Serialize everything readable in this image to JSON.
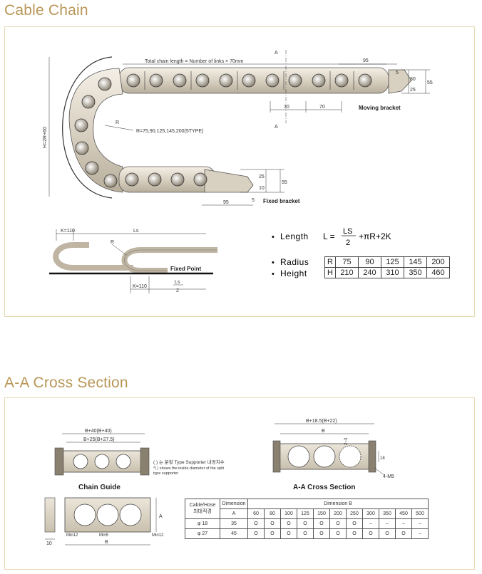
{
  "sections": {
    "cable_chain": "Cable Chain",
    "cross_section": "A-A Cross Section"
  },
  "diagram1": {
    "total_length": "Total chain length = Number of links × 70mm",
    "radius_note": "R=75,90,125,145,200(5TYPE)",
    "height_note": "H=2R+60",
    "section_mark": "A",
    "dim_95": "95",
    "dim_70": "70",
    "dim_5": "5",
    "dim_30": "30",
    "dim_25": "25",
    "dim_55": "55",
    "dim_10": "10",
    "moving_bracket": "Moving bracket",
    "fixed_bracket": "Fixed bracket",
    "r_label": "R"
  },
  "travel": {
    "k110": "K=110",
    "ls": "Ls",
    "r": "R",
    "fixed_point": "Fixed Point",
    "ls2_num": "Ls",
    "ls2_den": "2"
  },
  "formula": {
    "bullet": "•",
    "length_label": "Length",
    "eq_prefix": "L =",
    "frac_num": "LS",
    "frac_den": "2",
    "eq_suffix": "+πR+2K",
    "radius_label": "Radius",
    "height_label": "Height",
    "table": [
      [
        "R",
        "75",
        "90",
        "125",
        "145",
        "200"
      ],
      [
        "H",
        "210",
        "240",
        "310",
        "350",
        "460"
      ]
    ]
  },
  "chain_guide": {
    "dim_top1": "B+40(B+40)",
    "dim_top2": "B+25(B+27.5)",
    "caption": "Chain Guide",
    "note_line1": "( ) 는 분할 Type Supporter 내경치수",
    "note_line2": "*( ) shows the inside diameter of the split",
    "note_line3": "type supporter",
    "side_a": "A",
    "dim_10": "10",
    "min12_left": "Min12",
    "min5": "Min5",
    "min12_right": "Min12",
    "b": "B"
  },
  "aa_section": {
    "dim_top1": "B+18.5(B+22)",
    "dim_top2": "B",
    "dim_2_3": "2~3",
    "dim_18": "18",
    "bolt": "4-M5",
    "caption": "A-A Cross Section"
  },
  "dim_table": {
    "h_cable": "Cable/Hose",
    "h_cable_kr": "최대직경",
    "h_dim": "Dimension",
    "h_a": "A",
    "h_dimb": "Dimension B",
    "b_values": [
      "60",
      "80",
      "100",
      "125",
      "150",
      "200",
      "250",
      "300",
      "350",
      "450",
      "500"
    ],
    "rows": [
      {
        "dia": "φ 18",
        "a": "35",
        "cells": [
          "O",
          "O",
          "O",
          "O",
          "O",
          "O",
          "O",
          "–",
          "–",
          "–",
          "–"
        ]
      },
      {
        "dia": "φ 27",
        "a": "45",
        "cells": [
          "O",
          "O",
          "O",
          "O",
          "O",
          "O",
          "O",
          "O",
          "O",
          "O",
          "–"
        ]
      }
    ]
  }
}
